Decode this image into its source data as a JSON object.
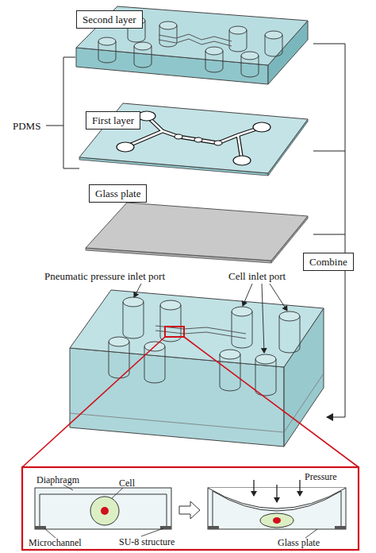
{
  "diagram": {
    "nodes": [
      {
        "text": [
          "Second layer"
        ]
      },
      {
        "text": [
          "First layer"
        ]
      },
      {
        "text": [
          "Glass plate"
        ]
      },
      {
        "text": [
          "Combine"
        ]
      }
    ],
    "labels": [
      "PDMS",
      "Pneumatic pressure inlet port",
      "Cell inlet port",
      "Diaphragm",
      "Cell",
      "Pressure",
      "Microchannel",
      "SU-8 structure",
      "Glass plate"
    ]
  }
}
